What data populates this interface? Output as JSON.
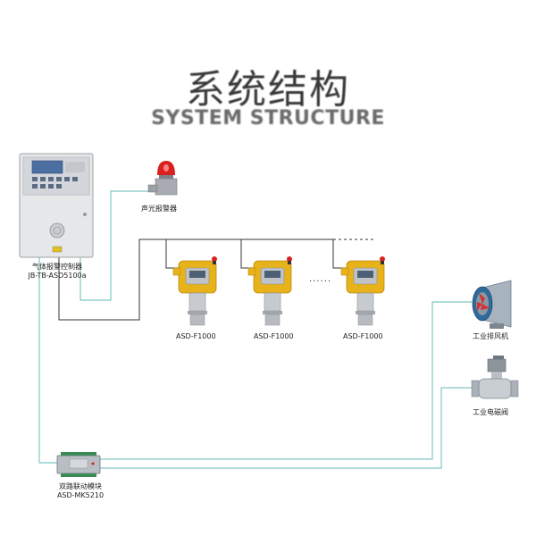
{
  "title": {
    "cn": "系统结构",
    "en": "SYSTEM STRUCTURE"
  },
  "controller": {
    "name": "气体报警控制器",
    "model": "JB-TB-ASD5100a"
  },
  "alarm": {
    "name": "声光报警器"
  },
  "detectors": [
    {
      "model": "ASD-F1000"
    },
    {
      "model": "ASD-F1000"
    },
    {
      "model": "ASD-F1000"
    }
  ],
  "ellipsis": "......",
  "fan": {
    "name": "工业排风机"
  },
  "valve": {
    "name": "工业电磁阀"
  },
  "module": {
    "name": "双路联动模块",
    "model": "ASD-MK5210"
  },
  "colors": {
    "bus_line": "#333333",
    "link_line": "#7fc8c4",
    "detector": "#e8b21a",
    "alarm_red": "#d82020"
  }
}
